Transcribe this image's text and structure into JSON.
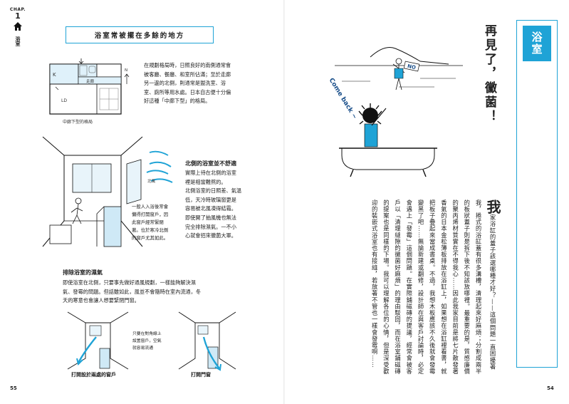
{
  "chapter": {
    "label": "CHAP.",
    "number": "1",
    "name": "浴室"
  },
  "left_page": {
    "title": "浴室常被擺在多餘的地方",
    "floorplan": {
      "caption": "中廊下型的格局",
      "room_k": "K",
      "room_corridor": "走廊",
      "room_ld": "LD",
      "compass": "N"
    },
    "intro": [
      "在規劃格局時，日照良好的南側通常會",
      "被客廳、餐廳、和室所佔滿；至於走廊",
      "另一邊的北側，則通常是盥洗室、浴",
      "室、廁所等用水處。日本自古便十分偏",
      "好這種「中廊下型」的格局。"
    ],
    "bath_illust": {
      "wind_label": "北風"
    },
    "north_heading": "北側的浴室並不舒適",
    "north_text": [
      "實際上待在北側的浴室",
      "裡是相當難熬的。",
      "北側浴室的日照差、氣溫",
      "低，天冷時玻璃窗更是",
      "容易被北風凍得結霜。",
      "即使開了抽風機也無法",
      "完全排除濕氣。一不小",
      "心就會招來黴菌大軍。"
    ],
    "side_note": [
      "一般人入浴後常會",
      "懶得打開窗戶，因",
      "此窗戶經常緊閉",
      "著。位於寒冷北側",
      "的窗戶尤其如此。"
    ],
    "moisture_heading": "排除浴室的濕氣",
    "moisture_text": [
      "即使浴室在北側，只要事先做好通風規劃，一樣能夠解決濕",
      "氣、發霉的問題。但話雖如此，風並不會隨時在室內流通，冬",
      "天的寒意也會讓人想要緊閉門窗。"
    ],
    "mid_note": [
      "只要在對角線上",
      "設置窗戶，空氣",
      "就容易流通"
    ],
    "caption_windows": "打開設於兩處的窗戶",
    "caption_door": "打開門窗",
    "page_number": "55"
  },
  "right_page": {
    "category": "浴室",
    "headline": "再見了，黴菌！",
    "illust": {
      "speech_come_back": "Come back ~",
      "sign_no": "NO"
    },
    "body_first_char": "我",
    "body": "家浴缸的蓋子該選哪種才好？——這個問題一直困擾著我，捲式的浴缸蓋有很多溝槽，清理起來好麻煩；分割成兩半的板狀蓋子則是拆下後不知該放哪裡。最重要的是，質感廉價的聚丙烯材質實在不得我心……因此我家目前是將七片散發著香氣的日本金松薄板排放在浴缸上，如果想在浴缸裡看書，就把板子疊起來當成書桌。不過，我想木板應該不久後就會發霉變黑了吧……無論新建或翻修，設計師在與客戶討論時，必定會遇上「發霉」這個問題。在實際鋪磁磚的提議，經常會被客戶以「清理縫隙的黴菌好麻煩」的理由駁回，而在浴室鋪磁磚的提案也是同樣的下場。我可以理解各位的心情，但是深受歡迎的裝嵌式浴室也有接縫，若放著不管也一樣會發霉啊……",
    "page_number": "54"
  }
}
